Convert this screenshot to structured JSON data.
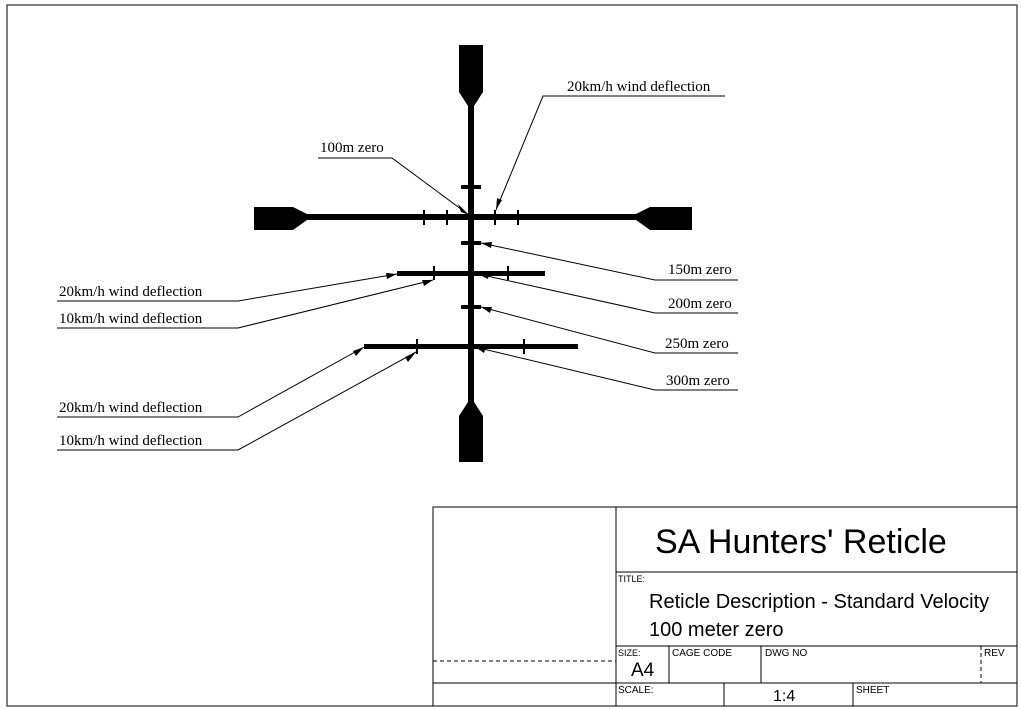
{
  "annotations": {
    "top_wind": "20km/h wind deflection",
    "zero_100": "100m zero",
    "zero_150": "150m zero",
    "zero_200": "200m zero",
    "zero_250": "250m zero",
    "zero_300": "300m zero",
    "left_20_upper": "20km/h wind deflection",
    "left_10_upper": "10km/h wind deflection",
    "left_20_lower": "20km/h wind deflection",
    "left_10_lower": "10km/h wind deflection"
  },
  "title_block": {
    "company": "SA Hunters' Reticle",
    "title_label": "TITLE:",
    "title_line1": "Reticle Description - Standard Velocity",
    "title_line2": "100 meter zero",
    "size_label": "SIZE:",
    "size_value": "A4",
    "cage_label": "CAGE CODE",
    "dwg_label": "DWG NO",
    "rev_label": "REV",
    "scale_label": "SCALE:",
    "scale_value": "1:4",
    "sheet_label": "SHEET"
  }
}
